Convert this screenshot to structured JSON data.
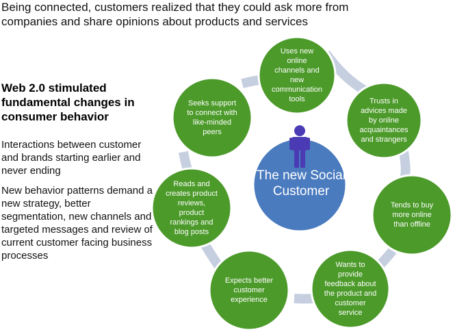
{
  "header": {
    "text": "Being connected, customers realized that they could ask more from companies and share opinions about products and services"
  },
  "left": {
    "heading": "Web 2.0 stimulated fundamental changes in consumer behavior",
    "para1": "Interactions between customer and brands starting earlier and never ending",
    "para2": "New behavior patterns demand a new strategy, better segmentation, new channels and targeted messages and review of current customer facing business processes"
  },
  "center": {
    "label": "The new Social Customer",
    "icon": "person-icon",
    "fill": "#4a7bbf",
    "person_color": "#4a3bb5"
  },
  "colors": {
    "node_fill": "#4c9a2a",
    "node_stroke": "#ffffff",
    "ring": "#c6cfe0"
  },
  "nodes": [
    {
      "label": "Uses new online channels and new communication tools"
    },
    {
      "label": "Trusts in advices made by online acquaintances and strangers"
    },
    {
      "label": "Tends to buy more online than offline"
    },
    {
      "label": "Wants to provide feedback about the product and customer service"
    },
    {
      "label": "Expects better customer experience"
    },
    {
      "label": "Reads and creates product reviews, product rankings and blog posts"
    },
    {
      "label": "Seeks support to connect with like-minded peers"
    }
  ]
}
